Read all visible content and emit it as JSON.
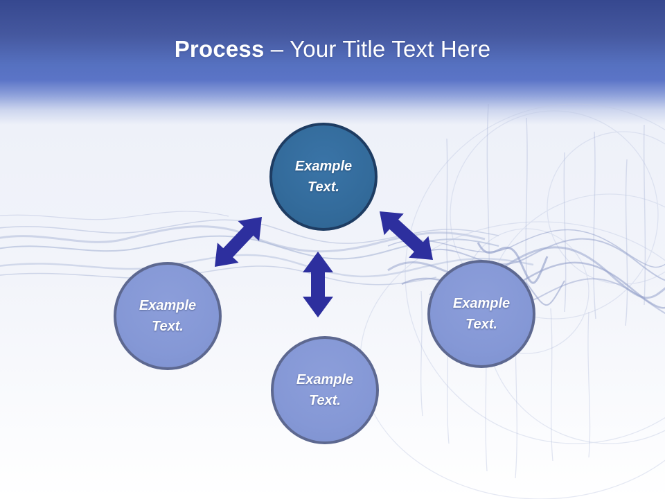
{
  "slide": {
    "title": {
      "bold": "Process",
      "rest": "– Your Title Text Here"
    },
    "diagram": {
      "type": "hub-and-spoke",
      "nodes": [
        {
          "id": "hub-top",
          "label": "Example Text.",
          "role": "hub"
        },
        {
          "id": "spoke-left",
          "label": "Example Text.",
          "role": "spoke"
        },
        {
          "id": "spoke-bottom",
          "label": "Example Text.",
          "role": "spoke"
        },
        {
          "id": "spoke-right",
          "label": "Example Text.",
          "role": "spoke"
        }
      ],
      "connections": [
        {
          "from": "hub-top",
          "to": "spoke-left",
          "bidirectional": true
        },
        {
          "from": "hub-top",
          "to": "spoke-bottom",
          "bidirectional": true
        },
        {
          "from": "hub-top",
          "to": "spoke-right",
          "bidirectional": true
        }
      ]
    },
    "colors": {
      "header_top": "#36488f",
      "header_mid": "#5b74c7",
      "body_background": "#f2f4fa",
      "hub_fill": "#336b9b",
      "hub_border": "#1e3c62",
      "spoke_fill": "#8598d6",
      "spoke_border": "#5d6890",
      "arrow": "#2d2f9e",
      "title_text": "#ffffff",
      "art_stroke": "#a9b5d6"
    }
  }
}
